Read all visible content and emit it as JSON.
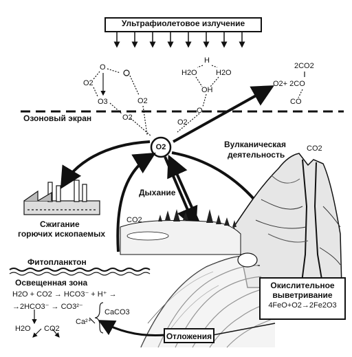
{
  "uv": {
    "label": "Ультрафиолетовое излучение"
  },
  "ozone": {
    "label": "Озоновый экран"
  },
  "center": {
    "label": "O2"
  },
  "volcano": {
    "label": "Вулканическая\nдеятельность",
    "line1": "Вулканическая",
    "line2": "деятельность",
    "co2": "CO2"
  },
  "respiration": {
    "label": "Дыхание",
    "co2": "CO2"
  },
  "combustion": {
    "line1": "Сжигание",
    "line2": "горючих ископаемых"
  },
  "phytoplankton": {
    "label": "Фитопланктон"
  },
  "lit_zone": {
    "label": "Освещенная зона"
  },
  "oxidative": {
    "line1": "Окислительное",
    "line2": "выветривание",
    "equation": "4FeO+O2→2Fe2O3"
  },
  "sediments": {
    "label": "Отложения"
  },
  "chemistry": {
    "top_left": [
      "O",
      "O2",
      "O3",
      "O2",
      "O2"
    ],
    "water": [
      "H",
      "H2O",
      "H2O",
      "OH",
      "O"
    ],
    "upper_right": [
      "2CO2",
      "O2+ 2CO",
      "CO"
    ],
    "equation1": "H2O + CO2 → HCO3⁻ + H⁺ →",
    "equation2": "→2HCO3⁻ → CO3²⁻",
    "caco3": "CaCO3",
    "ca": "Ca²⁺",
    "products": [
      "H2O",
      "CO2"
    ]
  },
  "colors": {
    "ink": "#111111",
    "paper": "#ffffff"
  }
}
